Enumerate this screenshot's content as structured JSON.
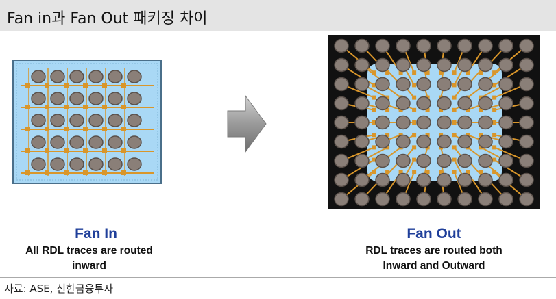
{
  "header": {
    "title": "Fan in과 Fan Out 패키징 차이"
  },
  "fan_in": {
    "title": "Fan In",
    "desc_line1": "All RDL traces are routed",
    "desc_line2": "inward"
  },
  "fan_out": {
    "title": "Fan Out",
    "desc_line1": "RDL traces are routed both",
    "desc_line2": "Inward and Outward"
  },
  "footer": {
    "source": "자료: ASE, 신한금융투자"
  },
  "colors": {
    "die_blue": "#a9d8f5",
    "trace_orange": "#d9962a",
    "ball_gray": "#8a7f78",
    "ball_edge": "#5a504a",
    "mold_black": "#111111",
    "title_blue": "#1f3f9a",
    "arrow_gray": "#9a9a9a"
  }
}
